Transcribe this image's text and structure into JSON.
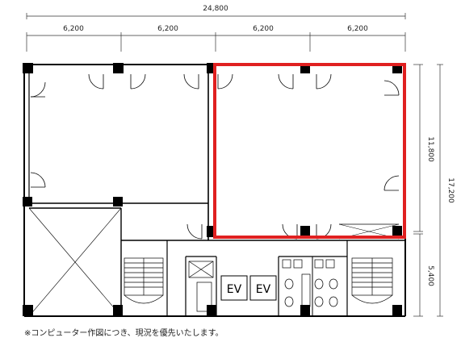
{
  "dimensions": {
    "total_width": "24,800",
    "bays": [
      "6,200",
      "6,200",
      "6,200",
      "6,200"
    ],
    "upper_depth": "11,800",
    "total_depth": "17,200",
    "lower_depth": "5,400"
  },
  "elevators": [
    "EV",
    "EV"
  ],
  "note": "※コンピューター作図につき、現況を優先いたします。",
  "colors": {
    "highlight": "#e02020",
    "wall": "#000000"
  }
}
